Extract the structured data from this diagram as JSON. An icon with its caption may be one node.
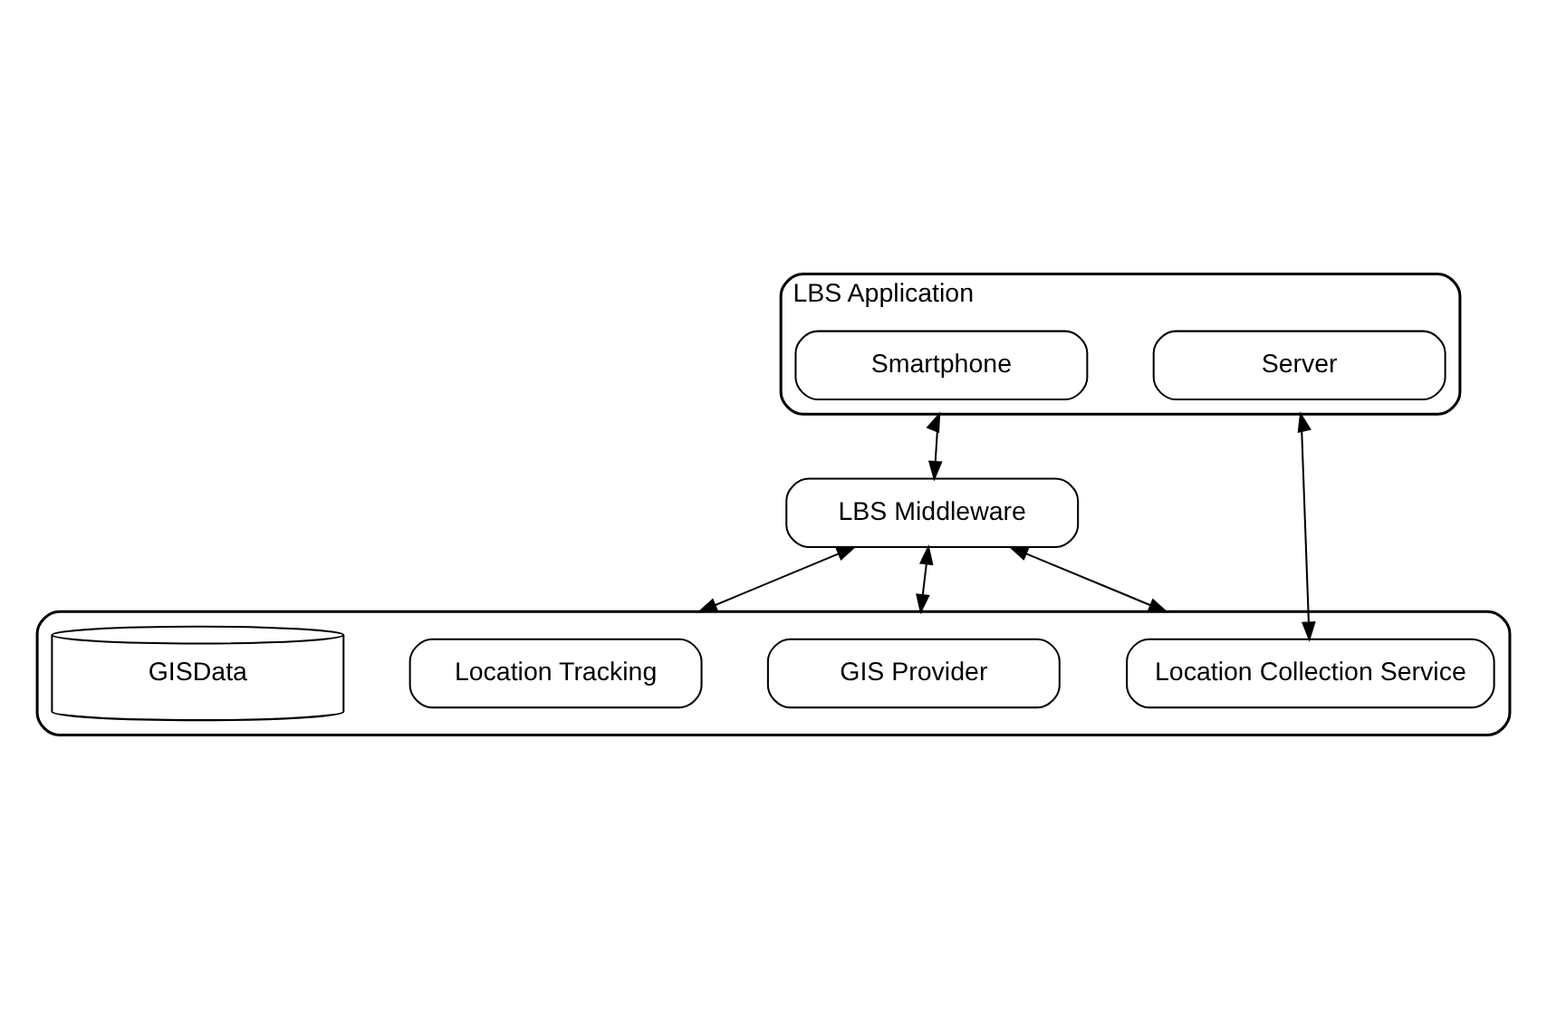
{
  "diagram": {
    "nodes": [
      {
        "text": [
          "LBS Application"
        ]
      },
      {
        "text": [
          "Smartphone"
        ],
        "in": 0
      },
      {
        "text": [
          "Server"
        ],
        "in": 0
      },
      {
        "text": [
          "LBS Middleware"
        ]
      },
      {
        "text": [],
        "shape": "box"
      },
      {
        "text": [
          "Location Tracking"
        ],
        "in": 4
      },
      {
        "text": [
          "GIS Provider"
        ],
        "in": 4
      },
      {
        "text": [
          "Location Collection Service"
        ],
        "in": 4
      },
      {
        "text": [
          "GISData"
        ],
        "in": 4
      }
    ],
    "edges": [
      {
        "from": 0,
        "to": 3,
        "arrow": "both"
      },
      {
        "from": 3,
        "to": 4,
        "arrow": "both"
      },
      {
        "from": 3,
        "to": 4,
        "arrow": "both"
      },
      {
        "from": 3,
        "to": 4,
        "arrow": "both"
      },
      {
        "from": 0,
        "to": 7,
        "arrow": "both"
      }
    ]
  }
}
